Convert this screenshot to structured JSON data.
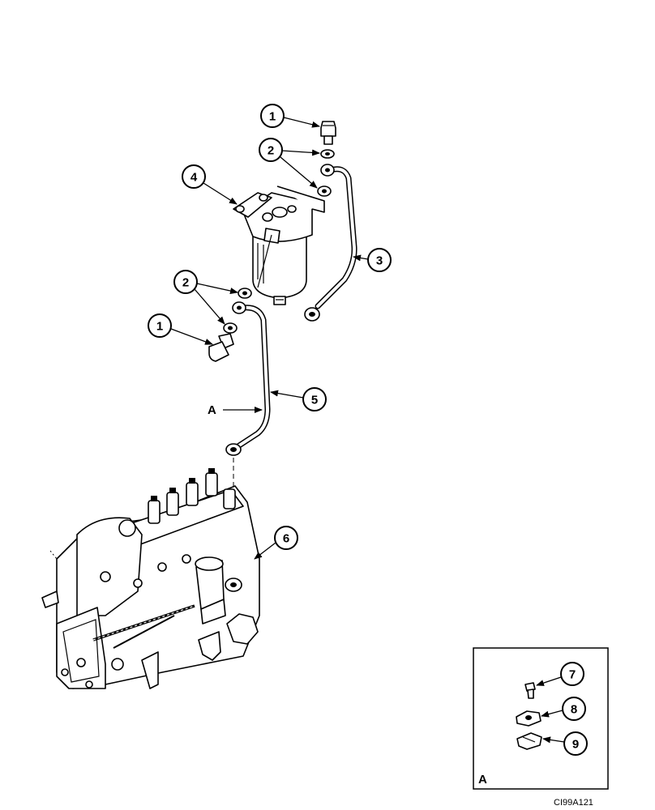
{
  "callouts": {
    "c1_top": "1",
    "c2_top": "2",
    "c3": "3",
    "c4": "4",
    "c2_mid": "2",
    "c1_mid": "1",
    "c5": "5",
    "c6": "6",
    "c7": "7",
    "c8": "8",
    "c9": "9"
  },
  "section_label": "A",
  "detail_label": "A",
  "reference_code": "CI99A121"
}
